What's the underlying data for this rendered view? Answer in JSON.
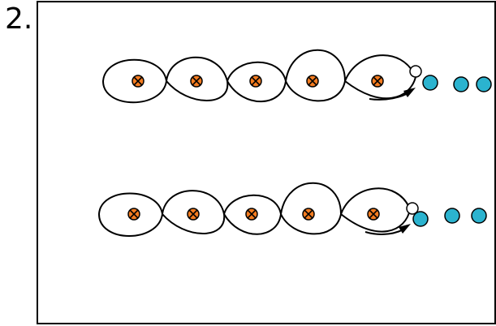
{
  "figure_number": "2.",
  "colors": {
    "frame": "#000000",
    "loop_stroke": "#000000",
    "flux_marker_fill": "#f47c20",
    "flux_marker_stroke": "#000000",
    "particle_fill": "#2bb3cf",
    "particle_stroke": "#000000",
    "hollow_particle_fill": "#ffffff"
  },
  "icons": {
    "flux_marker": "circle-cross-icon",
    "particle": "filled-circle-icon",
    "hollow_particle": "open-circle-icon",
    "arrow": "arrowhead-icon"
  },
  "rows": [
    {
      "name": "top-row",
      "flux_markers": 5,
      "particles": 3,
      "hollow_particles": 1
    },
    {
      "name": "bottom-row",
      "flux_markers": 5,
      "particles": 3,
      "hollow_particles": 1
    }
  ]
}
